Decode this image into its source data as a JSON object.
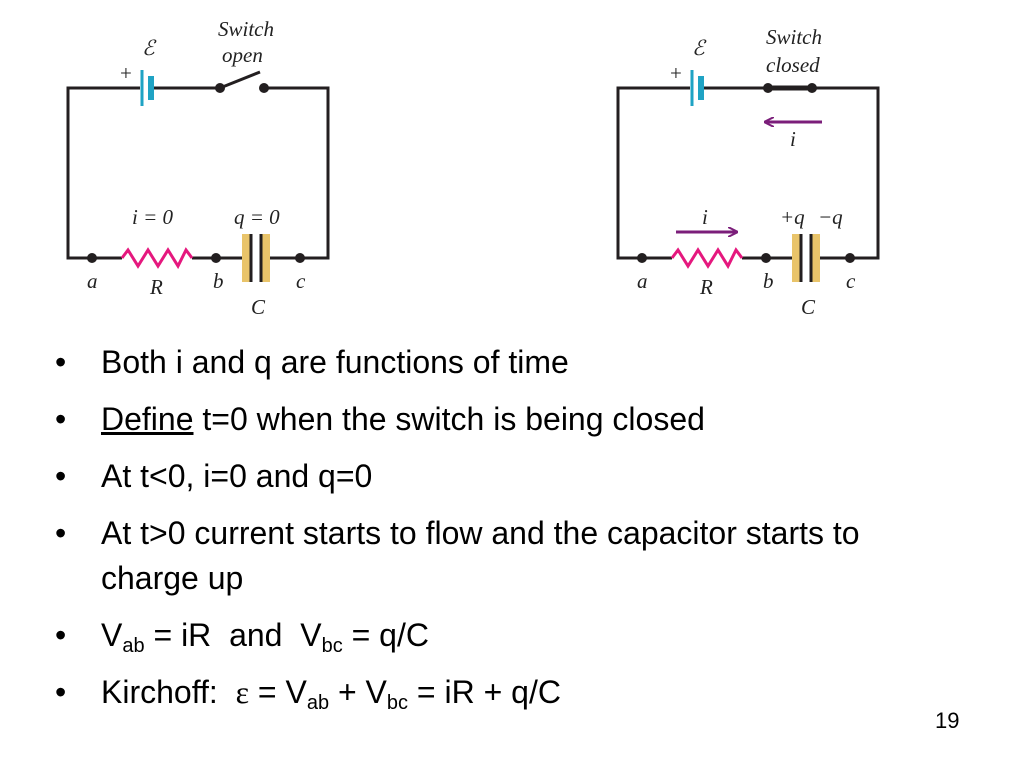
{
  "circuit_left": {
    "emf_symbol": "ℰ",
    "plus_sign": "+",
    "switch_label_line1": "Switch",
    "switch_label_line2": "open",
    "current_label": "i = 0",
    "charge_label": "q = 0",
    "node_a": "a",
    "node_b": "b",
    "node_c": "c",
    "resistor_label": "R",
    "capacitor_label": "C"
  },
  "circuit_right": {
    "emf_symbol": "ℰ",
    "plus_sign": "+",
    "switch_label_line1": "Switch",
    "switch_label_line2": "closed",
    "top_current_label": "i",
    "bottom_current_label": "i",
    "plus_q_label": "+q",
    "minus_q_label": "−q",
    "node_a": "a",
    "node_b": "b",
    "node_c": "c",
    "resistor_label": "R",
    "capacitor_label": "C"
  },
  "colors": {
    "battery": "#1fa3c4",
    "resistor": "#e5187e",
    "capacitor_plate": "#e9c46a",
    "current_arrow": "#7b1e7a",
    "wire": "#231f20"
  },
  "bullets": {
    "b1": "Both i and q are functions of time",
    "b2_underlined": "Define",
    "b2_rest": " t=0 when the switch is being closed",
    "b3": "At t<0, i=0 and q=0",
    "b4": "At t>0 current starts to flow and the capacitor starts to charge up",
    "b5": {
      "v1": "V",
      "sub1": "ab",
      "eq1": " = iR  and  V",
      "sub2": "bc",
      "eq2": " = q/C"
    },
    "b6": {
      "prefix": "Kirchoff:  ",
      "epsilon": "ε",
      "eq_a": " = V",
      "sub1": "ab",
      "eq_b": " + V",
      "sub2": "bc",
      "eq_c": " = iR + q/C"
    }
  },
  "page_number": "19"
}
